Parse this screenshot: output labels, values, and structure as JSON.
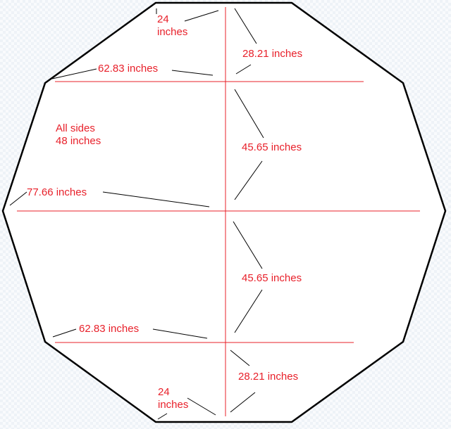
{
  "diagram": {
    "shape": "decagon",
    "colors": {
      "outline": "#000000",
      "measure": "#e8202a"
    },
    "labels": {
      "top_side": [
        "24",
        "inches"
      ],
      "bottom_side": [
        "24",
        "inches"
      ],
      "top_chord": "62.83 inches",
      "middle_chord": "77.66 inches",
      "bottom_chord": "62.83 inches",
      "top_segment": "28.21 inches",
      "upper_mid_segment": "45.65 inches",
      "lower_mid_segment": "45.65 inches",
      "bottom_segment": "28.21 inches",
      "all_sides": [
        "All sides",
        "48 inches"
      ]
    }
  }
}
